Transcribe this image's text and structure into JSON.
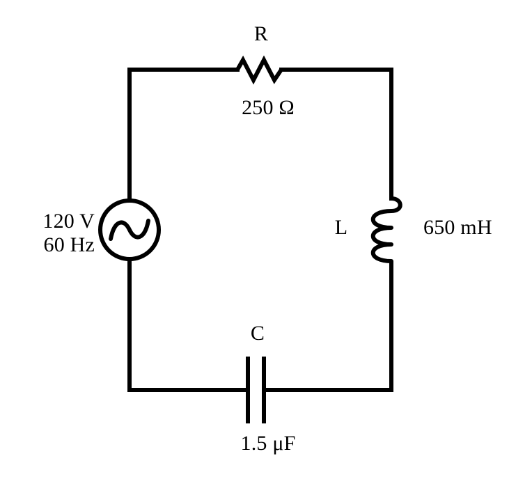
{
  "figure": {
    "kind": "circuit-schematic",
    "description": "Series RLC circuit driven by an AC voltage source",
    "background_color": "#ffffff",
    "line_color": "#000000",
    "text_color": "#000000",
    "line_width": 6
  },
  "components": {
    "source": {
      "symbol": "ac-voltage-source",
      "voltage": "120 V",
      "frequency": "60 Hz",
      "label": "120 V\n60 Hz"
    },
    "resistor": {
      "symbol": "resistor-zigzag",
      "name": "R",
      "value": "250 Ω"
    },
    "inductor": {
      "symbol": "inductor-coil",
      "name": "L",
      "value": "650 mH"
    },
    "capacitor": {
      "symbol": "capacitor-parallel-plates",
      "name": "C",
      "value": "1.5 μF"
    }
  }
}
